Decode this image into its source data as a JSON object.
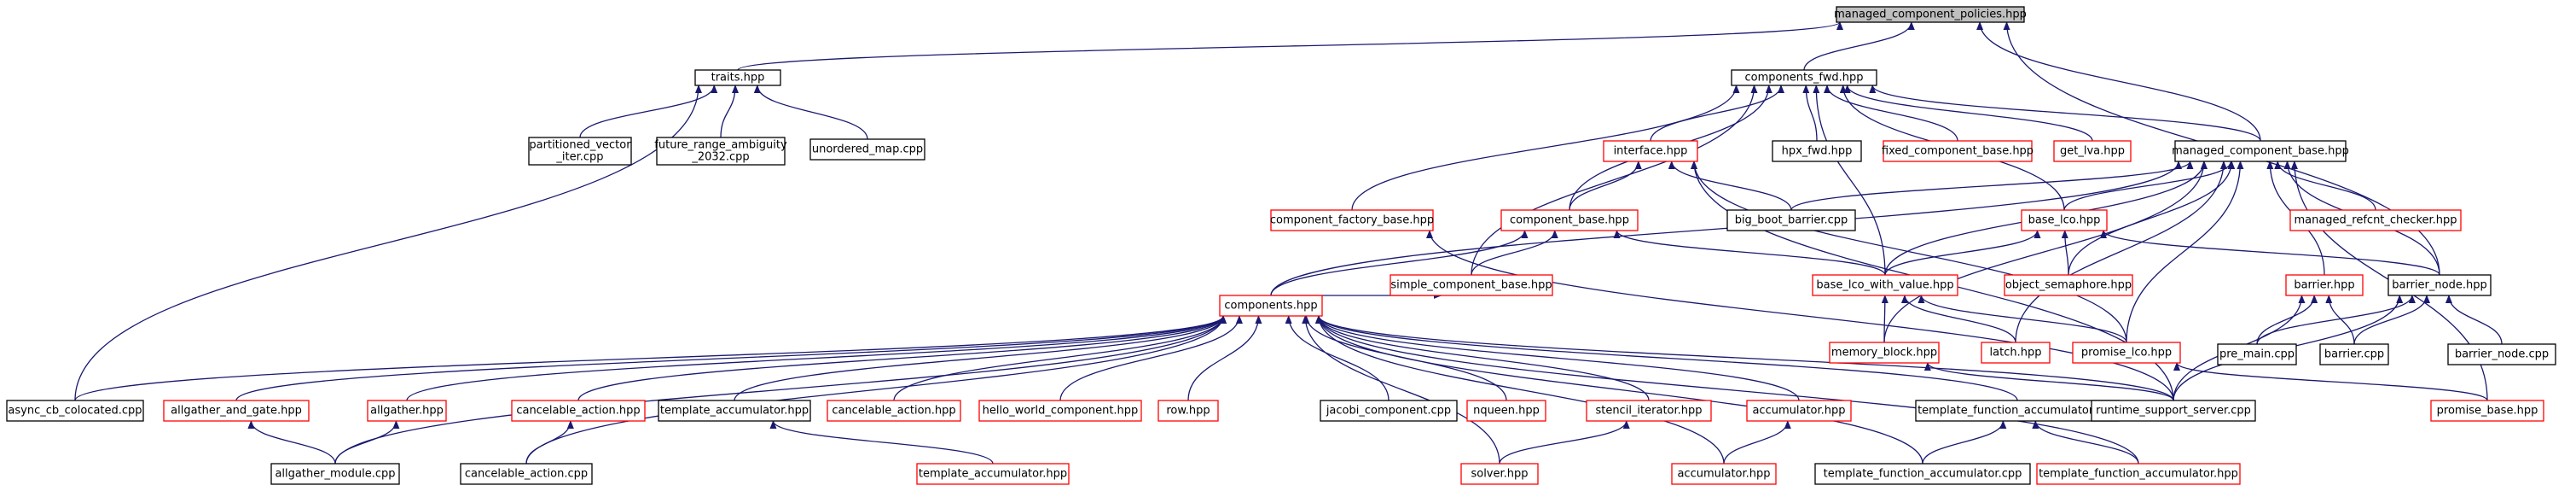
{
  "graph": {
    "kind": "include-dependency-graph",
    "colors": {
      "edge": "#191970",
      "root_fill": "#bfbfbf",
      "root_border": "#000000",
      "documented_border": "#000000",
      "undocumented_border": "#ff0000",
      "node_fill": "#ffffff"
    },
    "nodes": [
      {
        "id": "root",
        "label": "managed_component_policies.hpp",
        "style": "root"
      },
      {
        "id": "traits",
        "label": "traits.hpp",
        "style": "black"
      },
      {
        "id": "components_fwd",
        "label": "components_fwd.hpp",
        "style": "black"
      },
      {
        "id": "partitioned",
        "label": "partitioned_vector\n_iter.cpp",
        "style": "black"
      },
      {
        "id": "future_range",
        "label": "future_range_ambiguity\n_2032.cpp",
        "style": "black"
      },
      {
        "id": "unordered_map",
        "label": "unordered_map.cpp",
        "style": "black"
      },
      {
        "id": "interface",
        "label": "interface.hpp",
        "style": "red"
      },
      {
        "id": "hpx_fwd",
        "label": "hpx_fwd.hpp",
        "style": "black"
      },
      {
        "id": "fixed_component_base",
        "label": "fixed_component_base.hpp",
        "style": "red"
      },
      {
        "id": "get_lva",
        "label": "get_lva.hpp",
        "style": "red"
      },
      {
        "id": "managed_component_base",
        "label": "managed_component_base.hpp",
        "style": "black"
      },
      {
        "id": "component_factory_base",
        "label": "component_factory_base.hpp",
        "style": "red"
      },
      {
        "id": "component_base",
        "label": "component_base.hpp",
        "style": "red"
      },
      {
        "id": "big_boot_barrier",
        "label": "big_boot_barrier.cpp",
        "style": "black"
      },
      {
        "id": "base_lco",
        "label": "base_lco.hpp",
        "style": "red"
      },
      {
        "id": "managed_refcnt_checker",
        "label": "managed_refcnt_checker.hpp",
        "style": "red"
      },
      {
        "id": "object_semaphore",
        "label": "object_semaphore.hpp",
        "style": "red"
      },
      {
        "id": "simple_component_base",
        "label": "simple_component_base.hpp",
        "style": "red"
      },
      {
        "id": "base_lco_with_value",
        "label": "base_lco_with_value.hpp",
        "style": "red"
      },
      {
        "id": "barrier",
        "label": "barrier.hpp",
        "style": "red"
      },
      {
        "id": "barrier_node",
        "label": "barrier_node.hpp",
        "style": "black"
      },
      {
        "id": "components",
        "label": "components.hpp",
        "style": "red"
      },
      {
        "id": "memory_block",
        "label": "memory_block.hpp",
        "style": "red"
      },
      {
        "id": "latch",
        "label": "latch.hpp",
        "style": "red"
      },
      {
        "id": "promise_lco",
        "label": "promise_lco.hpp",
        "style": "red"
      },
      {
        "id": "pre_main",
        "label": "pre_main.cpp",
        "style": "black"
      },
      {
        "id": "barrier_cpp",
        "label": "barrier.cpp",
        "style": "black"
      },
      {
        "id": "barrier_node_cpp",
        "label": "barrier_node.cpp",
        "style": "black"
      },
      {
        "id": "async_cb",
        "label": "async_cb_colocated.cpp",
        "style": "black"
      },
      {
        "id": "allgather_and_gate",
        "label": "allgather_and_gate.hpp",
        "style": "red"
      },
      {
        "id": "allgather",
        "label": "allgather.hpp",
        "style": "red"
      },
      {
        "id": "cancelable_action_hpp1",
        "label": "cancelable_action.hpp",
        "style": "red"
      },
      {
        "id": "template_accumulator_hpp1",
        "label": "template_accumulator.hpp",
        "style": "black"
      },
      {
        "id": "cancelable_action_hpp2",
        "label": "cancelable_action.hpp",
        "style": "red"
      },
      {
        "id": "hello_world",
        "label": "hello_world_component.hpp",
        "style": "red"
      },
      {
        "id": "row",
        "label": "row.hpp",
        "style": "red"
      },
      {
        "id": "jacobi",
        "label": "jacobi_component.cpp",
        "style": "black"
      },
      {
        "id": "nqueen",
        "label": "nqueen.hpp",
        "style": "red"
      },
      {
        "id": "stencil_iterator",
        "label": "stencil_iterator.hpp",
        "style": "red"
      },
      {
        "id": "accumulator_hpp1",
        "label": "accumulator.hpp",
        "style": "red"
      },
      {
        "id": "template_function_accumulator_hpp1",
        "label": "template_function_accumulator.hpp",
        "style": "black"
      },
      {
        "id": "runtime_support_server",
        "label": "runtime_support_server.cpp",
        "style": "black"
      },
      {
        "id": "promise_base",
        "label": "promise_base.hpp",
        "style": "red"
      },
      {
        "id": "allgather_module",
        "label": "allgather_module.cpp",
        "style": "black"
      },
      {
        "id": "cancelable_action_cpp",
        "label": "cancelable_action.cpp",
        "style": "black"
      },
      {
        "id": "template_accumulator_hpp2",
        "label": "template_accumulator.hpp",
        "style": "red"
      },
      {
        "id": "solver",
        "label": "solver.hpp",
        "style": "red"
      },
      {
        "id": "accumulator_hpp2",
        "label": "accumulator.hpp",
        "style": "red"
      },
      {
        "id": "template_function_accumulator_cpp",
        "label": "template_function_accumulator.cpp",
        "style": "black"
      },
      {
        "id": "template_function_accumulator_hpp2",
        "label": "template_function_accumulator.hpp",
        "style": "red"
      }
    ]
  }
}
